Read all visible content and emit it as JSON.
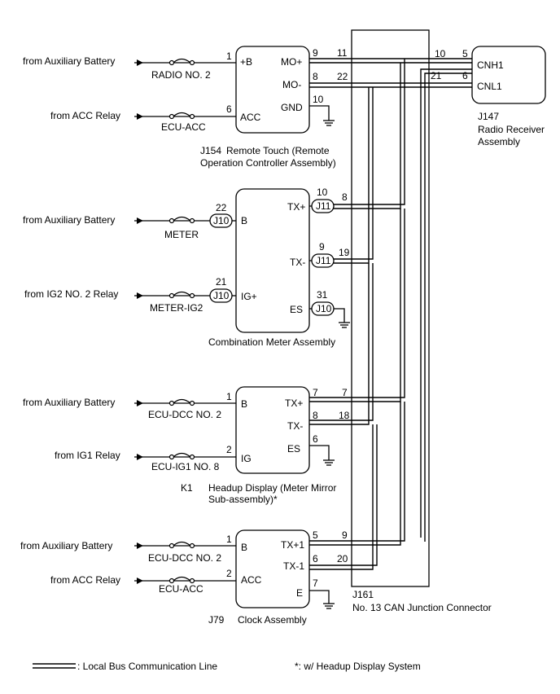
{
  "junction": {
    "id": "J161",
    "name": "No. 13 CAN Junction Connector"
  },
  "remote_touch": {
    "id": "J154",
    "name_line1": "Remote Touch (Remote",
    "name_line2": "Operation Controller Assembly)",
    "inputs": [
      {
        "source": "from Auxiliary Battery",
        "fuse": "RADIO NO. 2",
        "pin": "1",
        "terminal": "+B"
      },
      {
        "source": "from ACC Relay",
        "fuse": "ECU-ACC",
        "pin": "6",
        "terminal": "ACC"
      }
    ],
    "outputs": [
      {
        "terminal": "MO+",
        "pin": "9",
        "junction_pin": "11"
      },
      {
        "terminal": "MO-",
        "pin": "8",
        "junction_pin": "22"
      },
      {
        "terminal": "GND",
        "pin": "10"
      }
    ]
  },
  "radio": {
    "id": "J147",
    "name_line1": "Radio Receiver",
    "name_line2": "Assembly",
    "terminals": [
      {
        "terminal": "CNH1",
        "pin": "5",
        "junction_pin": "10"
      },
      {
        "terminal": "CNL1",
        "pin": "6",
        "junction_pin": "21"
      }
    ]
  },
  "meter": {
    "name": "Combination Meter Assembly",
    "inputs": [
      {
        "source": "from Auxiliary Battery",
        "fuse": "METER",
        "connector": "J10",
        "pin": "22",
        "terminal": "B"
      },
      {
        "source": "from IG2 NO. 2 Relay",
        "fuse": "METER-IG2",
        "connector": "J10",
        "pin": "21",
        "terminal": "IG+"
      }
    ],
    "outputs": [
      {
        "terminal": "TX+",
        "connector": "J11",
        "pin": "10",
        "junction_pin": "8"
      },
      {
        "terminal": "TX-",
        "connector": "J11",
        "pin": "9",
        "junction_pin": "19"
      },
      {
        "terminal": "ES",
        "connector": "J10",
        "pin": "31"
      }
    ]
  },
  "headup": {
    "id": "K1",
    "name_line1": "Headup Display (Meter Mirror",
    "name_line2": "Sub-assembly)*",
    "inputs": [
      {
        "source": "from Auxiliary Battery",
        "fuse": "ECU-DCC NO. 2",
        "pin": "1",
        "terminal": "B"
      },
      {
        "source": "from IG1 Relay",
        "fuse": "ECU-IG1 NO. 8",
        "pin": "2",
        "terminal": "IG"
      }
    ],
    "outputs": [
      {
        "terminal": "TX+",
        "pin": "7",
        "junction_pin": "7"
      },
      {
        "terminal": "TX-",
        "pin": "8",
        "junction_pin": "18"
      },
      {
        "terminal": "ES",
        "pin": "6"
      }
    ]
  },
  "clock": {
    "id": "J79",
    "name": "Clock Assembly",
    "inputs": [
      {
        "source": "from Auxiliary Battery",
        "fuse": "ECU-DCC NO. 2",
        "pin": "1",
        "terminal": "B"
      },
      {
        "source": "from ACC Relay",
        "fuse": "ECU-ACC",
        "pin": "2",
        "terminal": "ACC"
      }
    ],
    "outputs": [
      {
        "terminal": "TX+1",
        "pin": "5",
        "junction_pin": "9"
      },
      {
        "terminal": "TX-1",
        "pin": "6",
        "junction_pin": "20"
      },
      {
        "terminal": "E",
        "pin": "7"
      }
    ]
  },
  "legend": {
    "bus_line": ": Local Bus Communication Line",
    "footnote": "*: w/ Headup Display System"
  }
}
